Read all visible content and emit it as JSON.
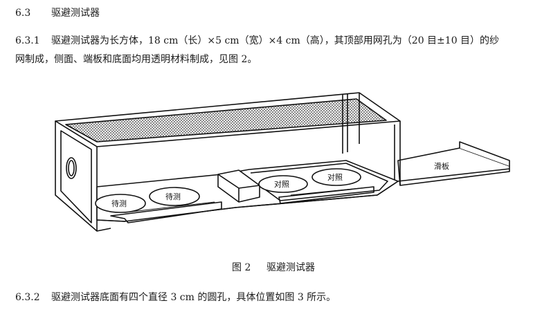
{
  "section": {
    "number": "6.3",
    "title": "驱避测试器"
  },
  "para1": {
    "number": "6.3.1",
    "line1": "驱避测试器为长方体，18 cm（长）×5 cm（宽）×4 cm（高），其顶部用网孔为（20 目±10 目）的纱",
    "line2": "网制成，侧面、端板和底面均用透明材料制成，见图 2。"
  },
  "figure": {
    "caption_number": "图 2",
    "caption_title": "驱避测试器",
    "labels": {
      "test_hole_1": "待测",
      "test_hole_2": "待测",
      "control_hole_1": "对照",
      "control_hole_2": "对照",
      "slide_plate": "滑板"
    }
  },
  "para2": {
    "number": "6.3.2",
    "text": "驱避测试器底面有四个直径 3 cm 的圆孔，具体位置如图 3 所示。"
  }
}
